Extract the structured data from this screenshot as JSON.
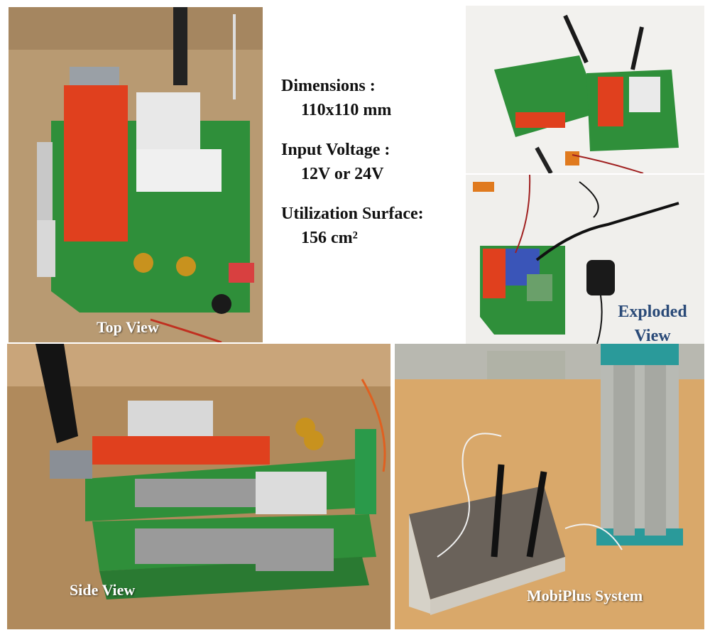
{
  "specs": {
    "dimensions": {
      "label": "Dimensions :",
      "value": "110x110 mm"
    },
    "input_voltage": {
      "label": "Input Voltage :",
      "value": "12V or 24V"
    },
    "utilization_surface": {
      "label": "Utilization Surface:",
      "value": "156 cm²"
    }
  },
  "captions": {
    "top_view": "Top View",
    "exploded_view_line1": "Exploded",
    "exploded_view_line2": "View",
    "side_view": "Side View",
    "system": "MobiPlus System"
  },
  "colors": {
    "pcb_green": "#2f8f3a",
    "module_red": "#e0401e",
    "caption_blue": "#2a4a78",
    "caption_white": "#ffffff"
  }
}
